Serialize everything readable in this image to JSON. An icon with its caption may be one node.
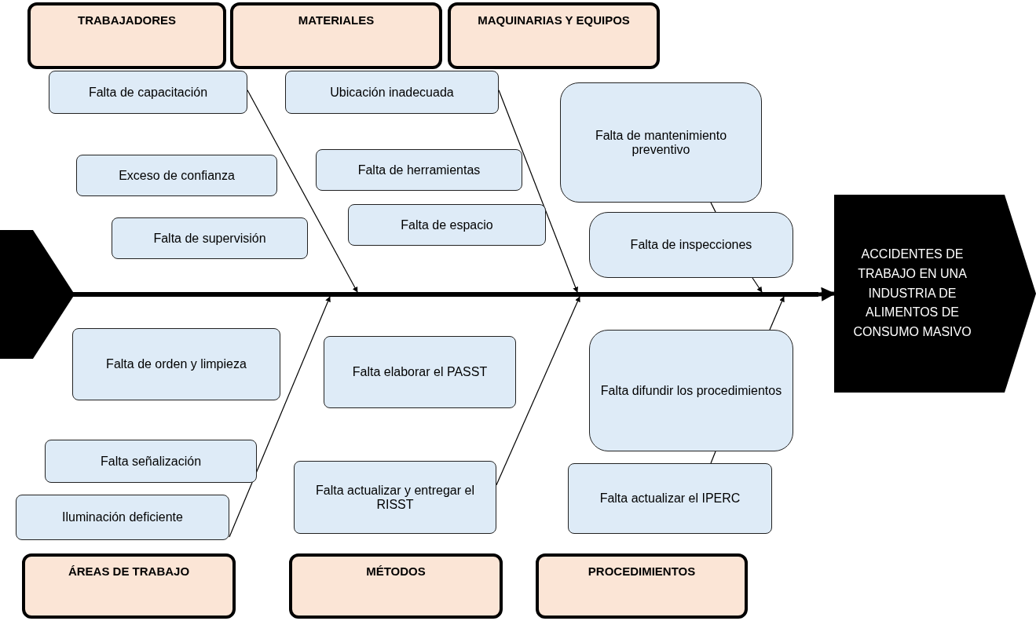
{
  "diagram": {
    "nodes": [
      {
        "text": [
          "TRABAJADORES"
        ]
      },
      {
        "text": [
          "MATERIALES"
        ]
      },
      {
        "text": [
          "MAQUINARIAS Y EQUIPOS"
        ]
      },
      {
        "text": [
          "Falta de capacitación"
        ]
      },
      {
        "text": [
          "Ubicación inadecuada"
        ]
      },
      {
        "text": [
          "Falta de mantenimiento preventivo"
        ]
      },
      {
        "text": [
          "Exceso de confianza"
        ]
      },
      {
        "text": [
          "Falta de herramientas"
        ]
      },
      {
        "text": [
          "Falta de espacio"
        ]
      },
      {
        "text": [
          "Falta de supervisión"
        ]
      },
      {
        "text": [
          "Falta de inspecciones"
        ]
      },
      {
        "text": [],
        "shape": "chevron"
      },
      {
        "text": [
          "ACCIDENTES DE TRABAJO EN UNA INDUSTRIA DE ALIMENTOS DE CONSUMO MASIVO"
        ]
      },
      {
        "text": [
          "Falta de orden y limpieza"
        ]
      },
      {
        "text": [
          "Falta elaborar el PASST"
        ]
      },
      {
        "text": [
          "Falta difundir los procedimientos"
        ]
      },
      {
        "text": [
          "Falta señalización"
        ]
      },
      {
        "text": [
          "Falta actualizar y entregar el RISST"
        ]
      },
      {
        "text": [
          "Falta actualizar el IPERC"
        ]
      },
      {
        "text": [
          "Iluminación deficiente"
        ]
      },
      {
        "text": [
          "ÁREAS DE TRABAJO"
        ]
      },
      {
        "text": [
          "MÉTODOS"
        ]
      },
      {
        "text": [
          "PROCEDIMIENTOS"
        ]
      },
      {
        "text": [],
        "shape": "bar"
      }
    ],
    "edges": [
      {
        "from": 23,
        "to": 12,
        "arrow": "to",
        "style": "thick"
      },
      {
        "from": 3,
        "to": 23,
        "arrow": "to"
      },
      {
        "from": 4,
        "to": 23,
        "arrow": "to"
      },
      {
        "from": 10,
        "to": 23,
        "arrow": "to"
      },
      {
        "from": 19,
        "to": 23,
        "arrow": "to"
      },
      {
        "from": 17,
        "to": 23,
        "arrow": "to"
      },
      {
        "from": 15,
        "to": 23,
        "arrow": "to"
      },
      {
        "from": 5,
        "to": 10,
        "arrow": "none"
      },
      {
        "from": 18,
        "to": 15,
        "arrow": "none"
      }
    ]
  }
}
